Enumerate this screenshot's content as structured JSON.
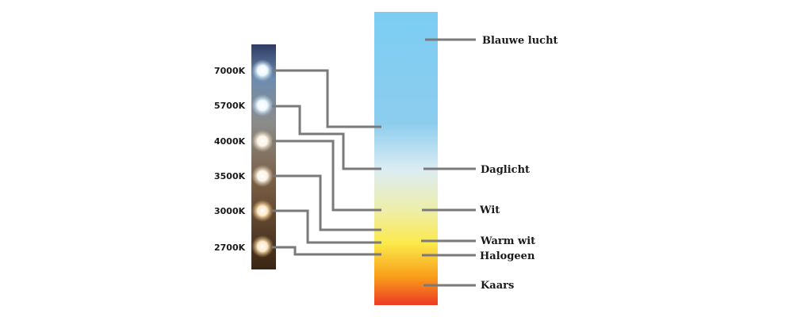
{
  "led_strip": {
    "labels": [
      "7000K",
      "5700K",
      "4000K",
      "3500K",
      "3000K",
      "2700K"
    ]
  },
  "scale": {
    "labels": [
      "Blauwe lucht",
      "Daglicht",
      "Wit",
      "Warm wit",
      "Halogeen",
      "Kaars"
    ]
  },
  "colors": {
    "connector": "#7a7a7a",
    "scale_top": "#7ccdf3",
    "scale_bottom": "#ee3a24"
  }
}
